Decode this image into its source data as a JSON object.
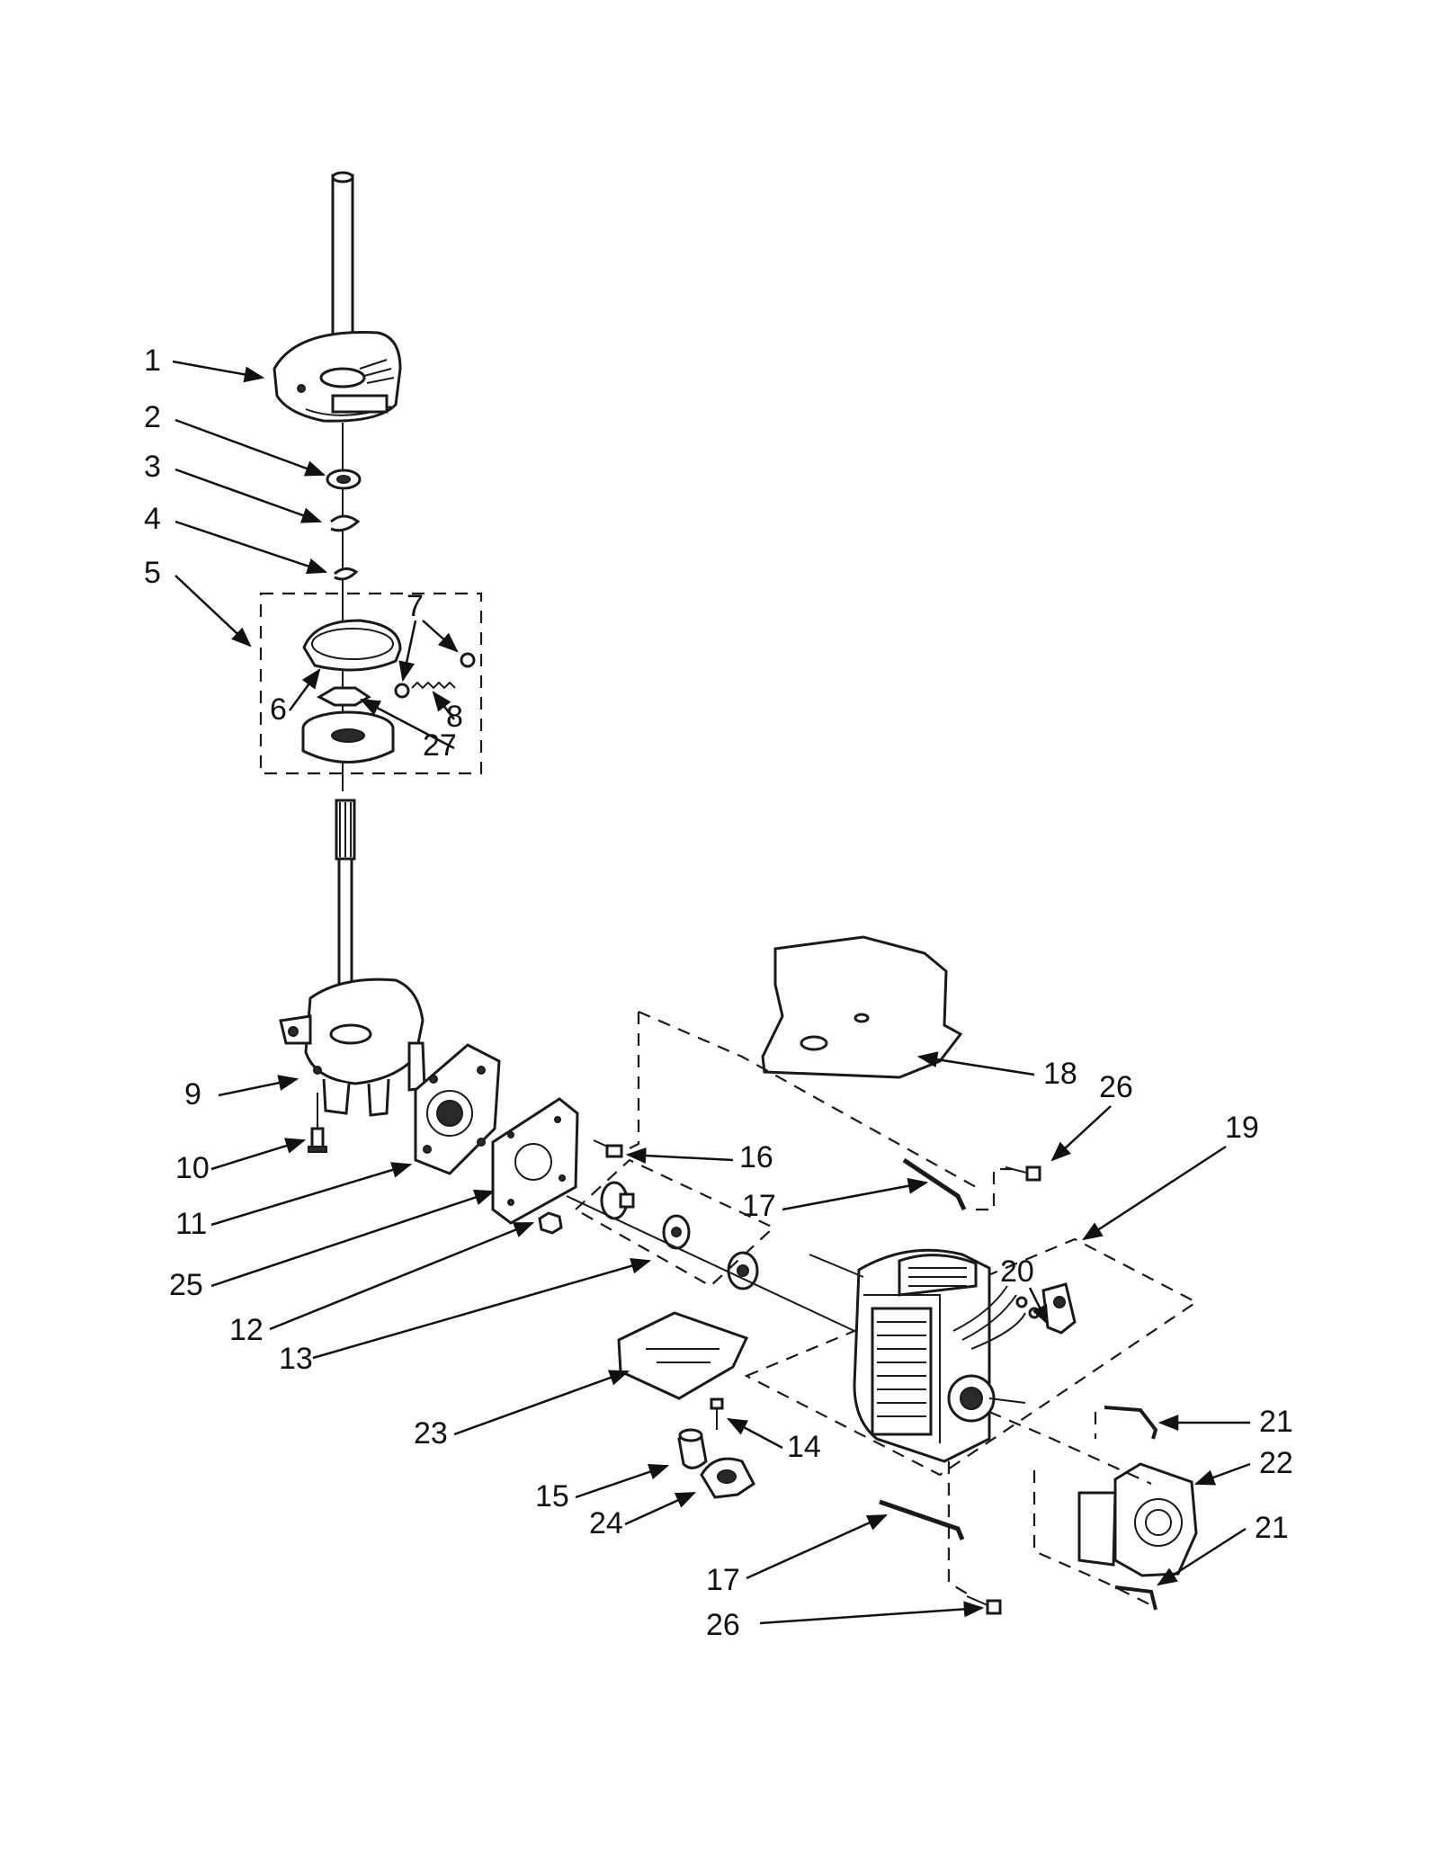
{
  "diagram": {
    "callouts": [
      {
        "id": "c1",
        "text": "1"
      },
      {
        "id": "c2",
        "text": "2"
      },
      {
        "id": "c3",
        "text": "3"
      },
      {
        "id": "c4",
        "text": "4"
      },
      {
        "id": "c5",
        "text": "5"
      },
      {
        "id": "c6",
        "text": "6"
      },
      {
        "id": "c7",
        "text": "7"
      },
      {
        "id": "c8",
        "text": "8"
      },
      {
        "id": "c27",
        "text": "27"
      },
      {
        "id": "c9",
        "text": "9"
      },
      {
        "id": "c10",
        "text": "10"
      },
      {
        "id": "c11",
        "text": "11"
      },
      {
        "id": "c25",
        "text": "25"
      },
      {
        "id": "c12",
        "text": "12"
      },
      {
        "id": "c13",
        "text": "13"
      },
      {
        "id": "c16",
        "text": "16"
      },
      {
        "id": "c17a",
        "text": "17"
      },
      {
        "id": "c18",
        "text": "18"
      },
      {
        "id": "c26a",
        "text": "26"
      },
      {
        "id": "c19",
        "text": "19"
      },
      {
        "id": "c20",
        "text": "20"
      },
      {
        "id": "c23",
        "text": "23"
      },
      {
        "id": "c14",
        "text": "14"
      },
      {
        "id": "c15",
        "text": "15"
      },
      {
        "id": "c24",
        "text": "24"
      },
      {
        "id": "c21a",
        "text": "21"
      },
      {
        "id": "c22",
        "text": "22"
      },
      {
        "id": "c21b",
        "text": "21"
      },
      {
        "id": "c17b",
        "text": "17"
      },
      {
        "id": "c26b",
        "text": "26"
      }
    ]
  }
}
